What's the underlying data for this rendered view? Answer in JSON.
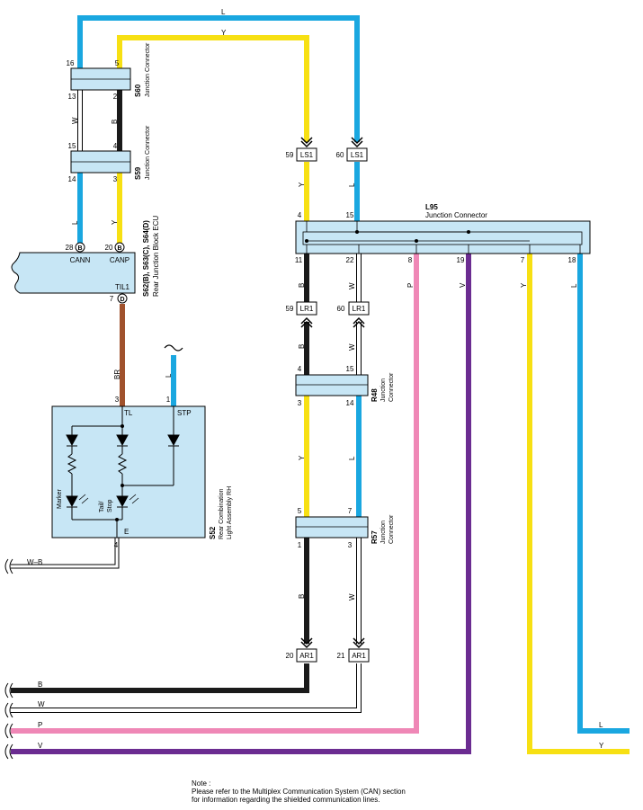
{
  "colors": {
    "L": "#1aa7e0",
    "Y": "#f7e013",
    "B": "#1a1a1a",
    "W": "#ffffff",
    "P": "#ef87b6",
    "V": "#6b2c91",
    "BR": "#a0522d",
    "box_fill": "#c7e6f5"
  },
  "wire_colors": {
    "L": "L",
    "Y": "Y",
    "W": "W",
    "B": "B",
    "P": "P",
    "V": "V",
    "BR": "BR",
    "WB": "W–B"
  },
  "connectors": {
    "s60": {
      "code": "S60",
      "name": "Junction Connector",
      "pins": [
        "16",
        "5",
        "13",
        "2"
      ]
    },
    "s59": {
      "code": "S59",
      "name": "Junction Connector",
      "pins": [
        "15",
        "4",
        "14",
        "3"
      ]
    },
    "ecu": {
      "code": "S62(B), S63(C), S64(D)",
      "name": "Rear Junction Block ECU",
      "pin_canN": "28",
      "pin_canP": "20",
      "pin_til": "7",
      "letter_canN": "B",
      "letter_canP": "B",
      "letter_til": "D",
      "label_canN": "CANN",
      "label_canP": "CANP",
      "label_til": "TIL1"
    },
    "s52": {
      "code": "S52",
      "name1": "Rear Combination",
      "name2": "Light Assembly RH",
      "pin_tl": "3",
      "pin_stp": "1",
      "pin_e": "4",
      "label_tl": "TL",
      "label_stp": "STP",
      "label_e": "E",
      "marker": "Marker",
      "tail1": "Tail/",
      "tail2": "Stop"
    },
    "ls1": {
      "name": "LS1",
      "pin_a": "59",
      "pin_b": "60"
    },
    "l95": {
      "code": "L95",
      "name": "Junction Connector",
      "pins_top": [
        "4",
        "15"
      ],
      "pins_bottom": [
        "11",
        "22",
        "8",
        "19",
        "7",
        "18"
      ]
    },
    "lr1": {
      "name": "LR1",
      "pin_a": "59",
      "pin_b": "60"
    },
    "r48": {
      "code": "R48",
      "name1": "Junction",
      "name2": "Connector",
      "pins": [
        "4",
        "15",
        "3",
        "14"
      ]
    },
    "r57": {
      "code": "R57",
      "name1": "Junction",
      "name2": "Connector",
      "pins": [
        "5",
        "7",
        "1",
        "3"
      ]
    },
    "ar1": {
      "name": "AR1",
      "pin_a": "20",
      "pin_b": "21"
    }
  },
  "note": {
    "line1": "Note :",
    "line2": "Please refer to the Multiplex Communication System (CAN) section",
    "line3": "for information regarding the shielded communication lines."
  }
}
